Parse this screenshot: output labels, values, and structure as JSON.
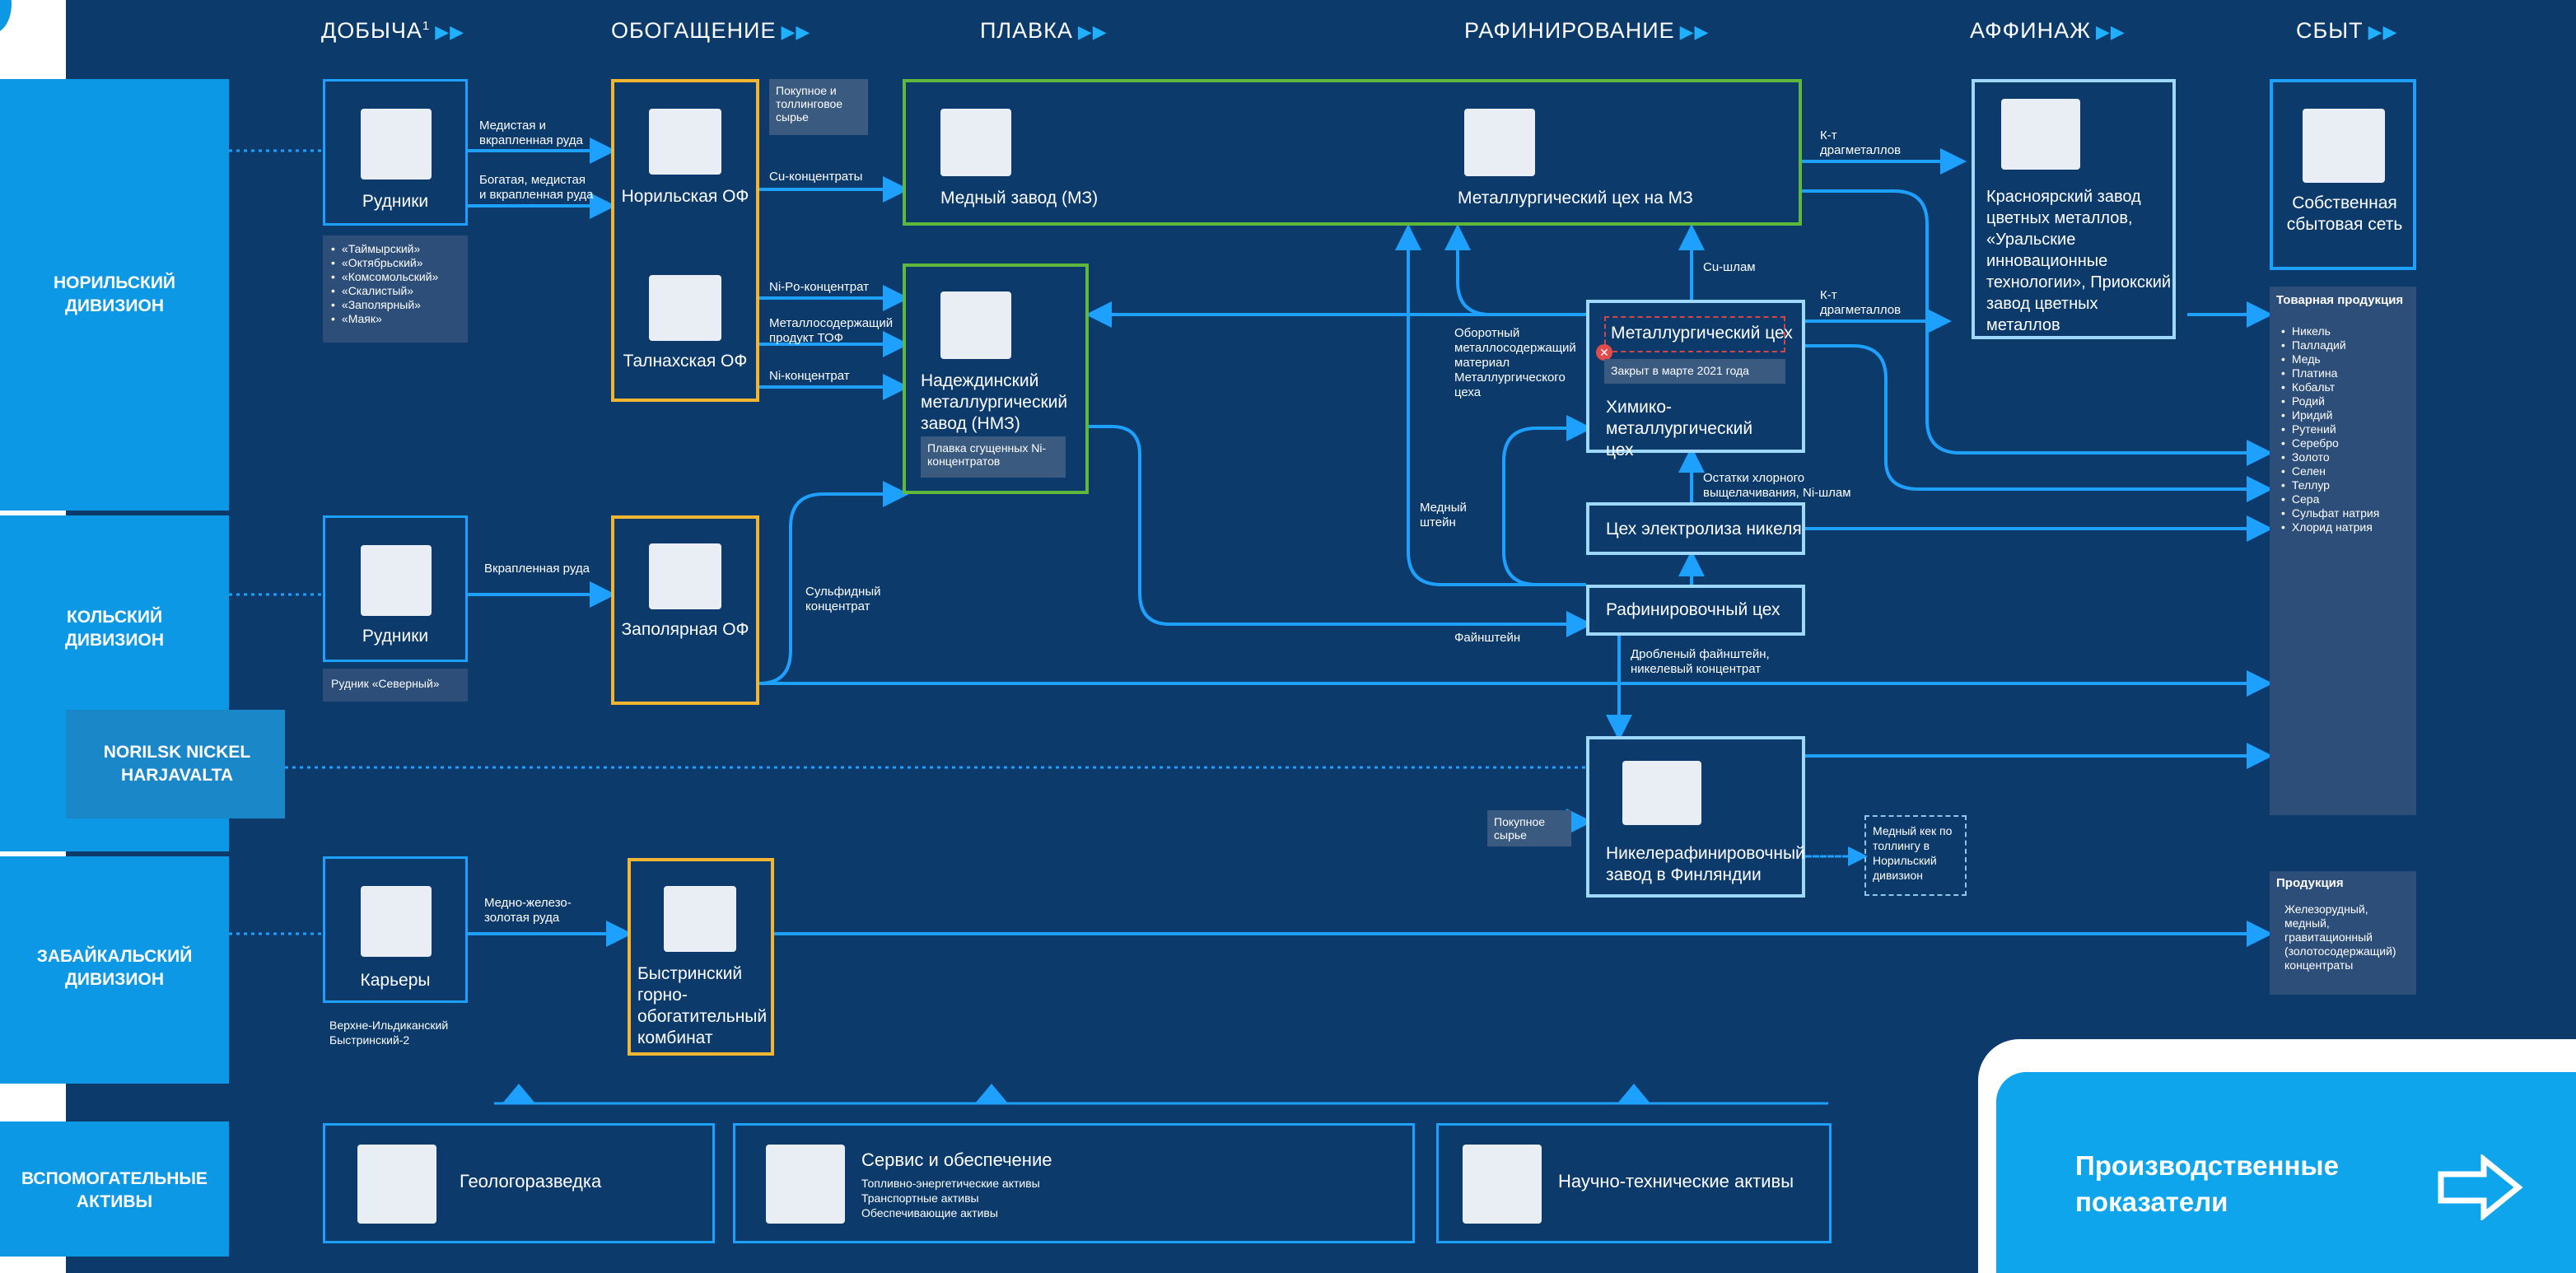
{
  "stages": [
    {
      "label": "ДОБЫЧА",
      "sup": "1"
    },
    {
      "label": "ОБОГАЩЕНИЕ",
      "sup": ""
    },
    {
      "label": "ПЛАВКА",
      "sup": ""
    },
    {
      "label": "РАФИНИРОВАНИЕ",
      "sup": ""
    },
    {
      "label": "АФФИНАЖ",
      "sup": ""
    },
    {
      "label": "СБЫТ",
      "sup": ""
    }
  ],
  "divisions": {
    "norilsk": "НОРИЛЬСКИЙ ДИВИЗИОН",
    "kola": "КОЛЬСКИЙ ДИВИЗИОН",
    "harjavalta": "NORILSK NICKEL HARJAVALTA",
    "zabaikal": "ЗАБАЙКАЛЬСКИЙ ДИВИЗИОН",
    "aux": "ВСПОМОГАТЕЛЬНЫЕ АКТИВЫ"
  },
  "mining": {
    "norilsk_title": "Рудники",
    "norilsk_mines": [
      "«Таймырский»",
      "«Октябрьский»",
      "«Комсомольский»",
      "«Скалистый»",
      "«Заполярный»",
      "«Маяк»"
    ],
    "kola_title": "Рудники",
    "kola_mine": "Рудник «Северный»",
    "zab_title": "Карьеры",
    "zab_pits": [
      "Верхне-Ильдиканский",
      "Быстринский-2"
    ]
  },
  "flows": {
    "ore1": "Медистая и вкрапленная руда",
    "ore2": "Богатая, медистая и вкрапленная руда",
    "kola_ore": "Вкрапленная руда",
    "zab_ore": "Медно-железо-золотая руда",
    "purchased": "Покупное и толлинговое сырье",
    "cu_conc": "Cu-концентраты",
    "nipo": "Ni-Po-концентрат",
    "metal_product": "Металлосодержащий продукт ТОФ",
    "ni_conc": "Ni-концентрат",
    "sulfide": "Сульфидный концентрат",
    "kt1": "К-т драгметаллов",
    "kt2": "К-т драгметаллов",
    "cu_sludge": "Cu-шлам",
    "recycled": "Оборотный металлосодержащий материал Металлургического цеха",
    "copper_matte": "Медный штейн",
    "chlorine": "Остатки хлорного выщелачивания, Ni-шлам",
    "fine_matte": "Файнштейн",
    "crushed": "Дробленый файнштейн, никелевый концентрат",
    "purchased2": "Покупное сырье",
    "copper_cake": "Медный кек по толлингу в Норильский дивизион"
  },
  "plants": {
    "norilsk_of": "Норильская ОФ",
    "talnakh_of": "Талнахская ОФ",
    "zapolyar_of": "Заполярная ОФ",
    "bystrinsky": "Быстринский горно-обогатительный комбинат",
    "copper_plant": "Медный завод (МЗ)",
    "metal_shop_mz": "Металлургический цех на МЗ",
    "nmz": "Надеждинский металлургический завод (НМЗ)",
    "nmz_note": "Плавка сгущенных Ni-концентратов",
    "metal_shop": "Металлургический цех",
    "closed": "Закрыт в марте 2021 года",
    "chem_shop": "Химико-металлургический цех",
    "nickel_electrolysis": "Цех электролиза никеля",
    "refining_shop": "Рафинировочный цех",
    "finland": "Никелерафинировочный завод в Финляндии",
    "krasnoyarsk": "Красноярский завод цветных металлов, «Уральские инновационные технологии», Приокский завод цветных металлов",
    "sales_net": "Собственная сбытовая сеть"
  },
  "products": {
    "title": "Товарная продукция",
    "items": [
      "Никель",
      "Палладий",
      "Медь",
      "Платина",
      "Кобальт",
      "Родий",
      "Иридий",
      "Рутений",
      "Серебро",
      "Золото",
      "Селен",
      "Теллур",
      "Сера",
      "Сульфат натрия",
      "Хлорид натрия"
    ],
    "zab_title": "Продукция",
    "zab_item": "Железорудный, медный, гравитационный (золотосодержащий) концентраты"
  },
  "aux": {
    "geo": "Геологоразведка",
    "service_title": "Сервис и обеспечение",
    "service_items": [
      "Топливно-энергетические активы",
      "Транспортные активы",
      "Обеспечивающие активы"
    ],
    "rnd": "Научно-технические активы"
  },
  "cta": {
    "title_line1": "Производственные",
    "title_line2": "показатели"
  },
  "colors": {
    "background": "#0b3a6b",
    "lane": "#0d98e6",
    "line": "#1ea0ff",
    "enrich": "#f2b632",
    "smelt": "#5fb83a"
  }
}
